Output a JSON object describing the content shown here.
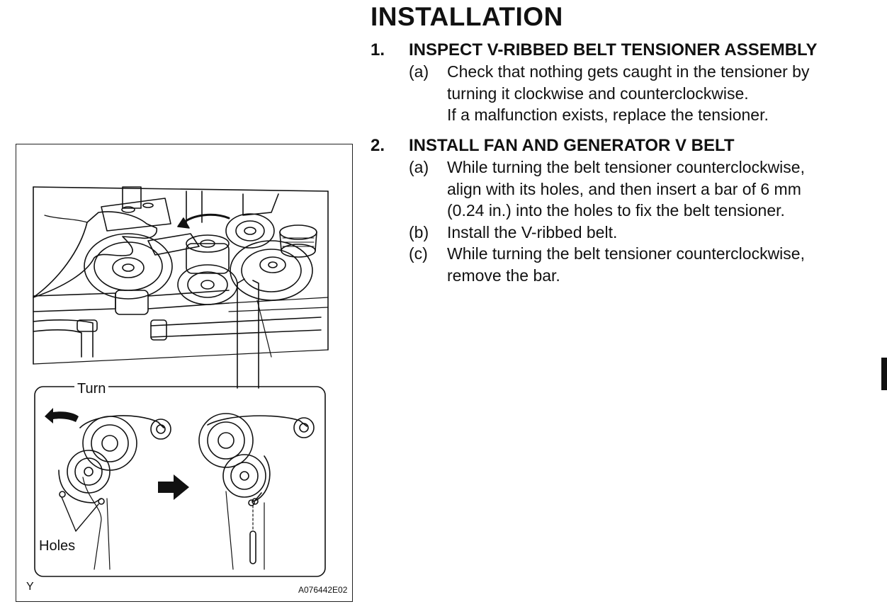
{
  "page": {
    "title": "INSTALLATION",
    "steps": [
      {
        "number": "1.",
        "heading": "INSPECT V-RIBBED BELT TENSIONER ASSEMBLY",
        "substeps": [
          {
            "letter": "(a)",
            "lines": [
              "Check that nothing gets caught in the tensioner by",
              "turning it clockwise and counterclockwise.",
              "If a malfunction exists, replace the tensioner."
            ]
          }
        ]
      },
      {
        "number": "2.",
        "heading": "INSTALL FAN AND GENERATOR V BELT",
        "substeps": [
          {
            "letter": "(a)",
            "lines": [
              "While turning the belt tensioner counterclockwise,",
              "align with its holes, and then insert a bar of 6 mm",
              "(0.24 in.) into the holes to fix the belt tensioner."
            ]
          },
          {
            "letter": "(b)",
            "lines": [
              "Install the V-ribbed belt."
            ]
          },
          {
            "letter": "(c)",
            "lines": [
              "While turning the belt tensioner counterclockwise,",
              "remove the bar."
            ]
          }
        ]
      }
    ]
  },
  "figure": {
    "turn_label": "Turn",
    "holes_label": "Holes",
    "corner_label": "Y",
    "figure_code": "A076442E02"
  }
}
